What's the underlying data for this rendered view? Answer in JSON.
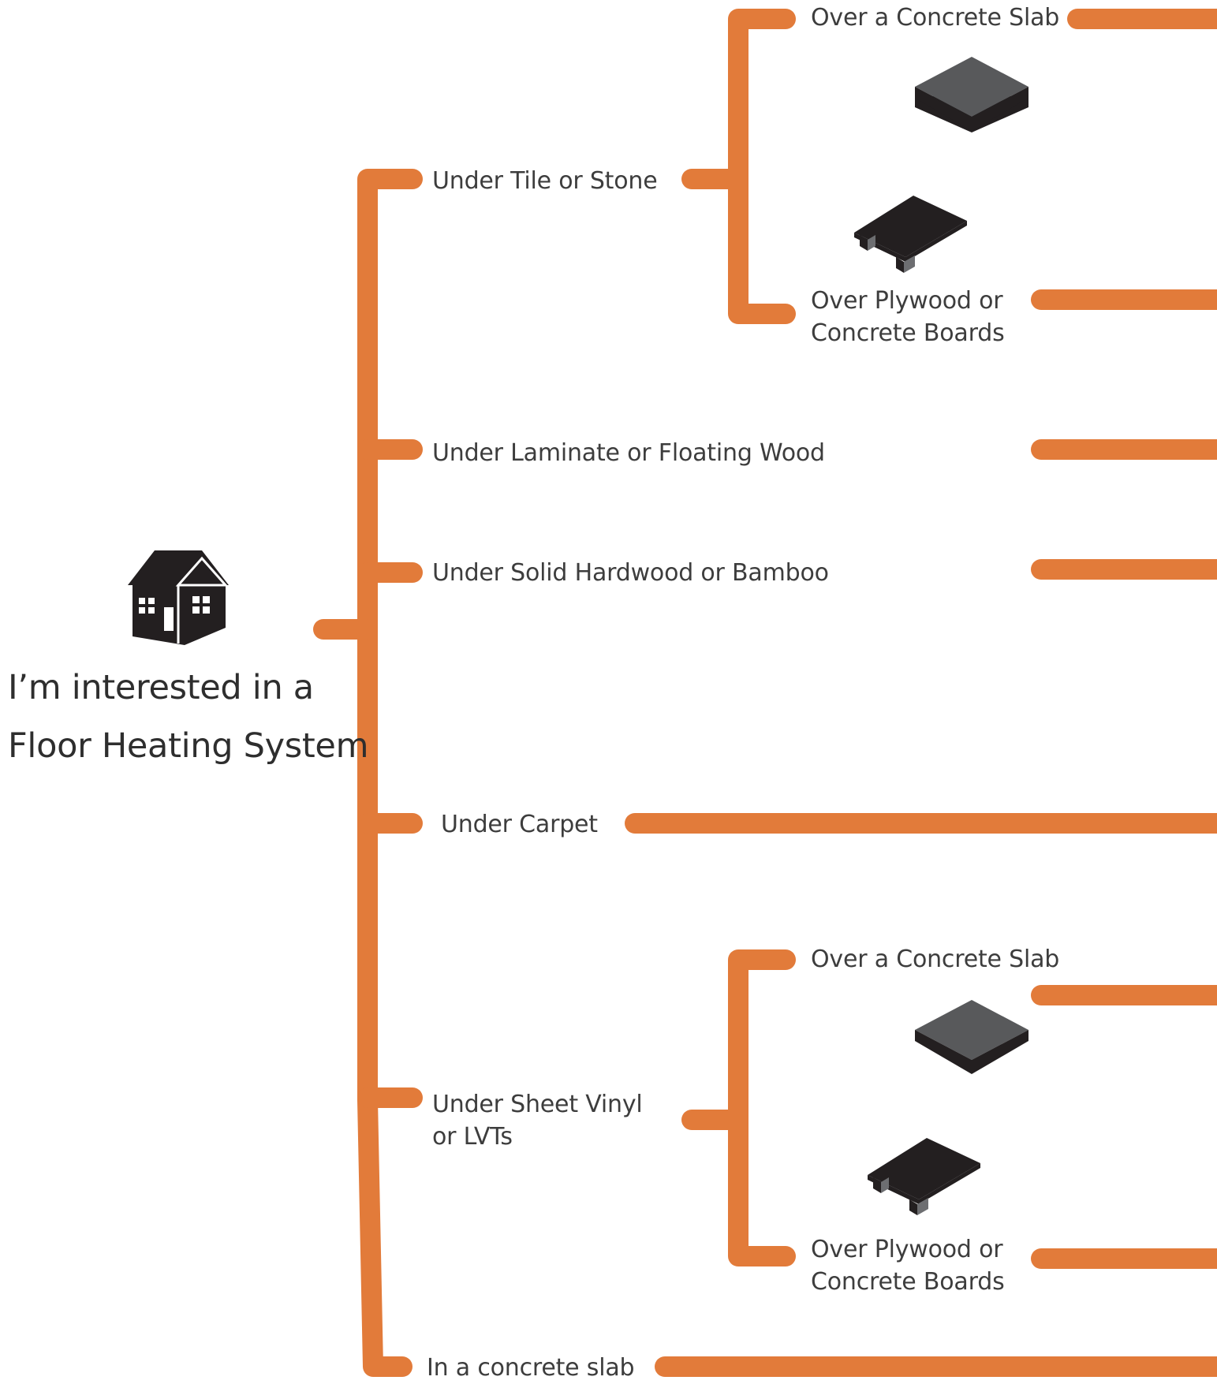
{
  "colors": {
    "branch": "#E27B3A",
    "text": "#3d3d3d",
    "icon_dark": "#231f20",
    "icon_gray": "#58595b"
  },
  "root": {
    "icon": "house-icon",
    "line1": "I’m interested in a",
    "line2": "Floor Heating System"
  },
  "options": {
    "tile": {
      "label": "Under Tile or Stone",
      "sub": {
        "slab": {
          "label": "Over a Concrete Slab",
          "icon": "concrete-slab-icon"
        },
        "plywood": {
          "line1": "Over Plywood or",
          "line2": "Concrete Boards",
          "icon": "plywood-subfloor-icon"
        }
      }
    },
    "laminate": {
      "label": "Under Laminate or Floating Wood"
    },
    "hardwood": {
      "label": "Under Solid Hardwood or Bamboo"
    },
    "carpet": {
      "label": "Under Carpet"
    },
    "vinyl": {
      "line1": "Under Sheet Vinyl",
      "line2": "or LVTs",
      "sub": {
        "slab": {
          "label": "Over a Concrete Slab",
          "icon": "concrete-slab-icon"
        },
        "plywood": {
          "line1": "Over Plywood or",
          "line2": "Concrete Boards",
          "icon": "plywood-subfloor-icon"
        }
      }
    },
    "concrete": {
      "label": "In a concrete slab"
    }
  }
}
